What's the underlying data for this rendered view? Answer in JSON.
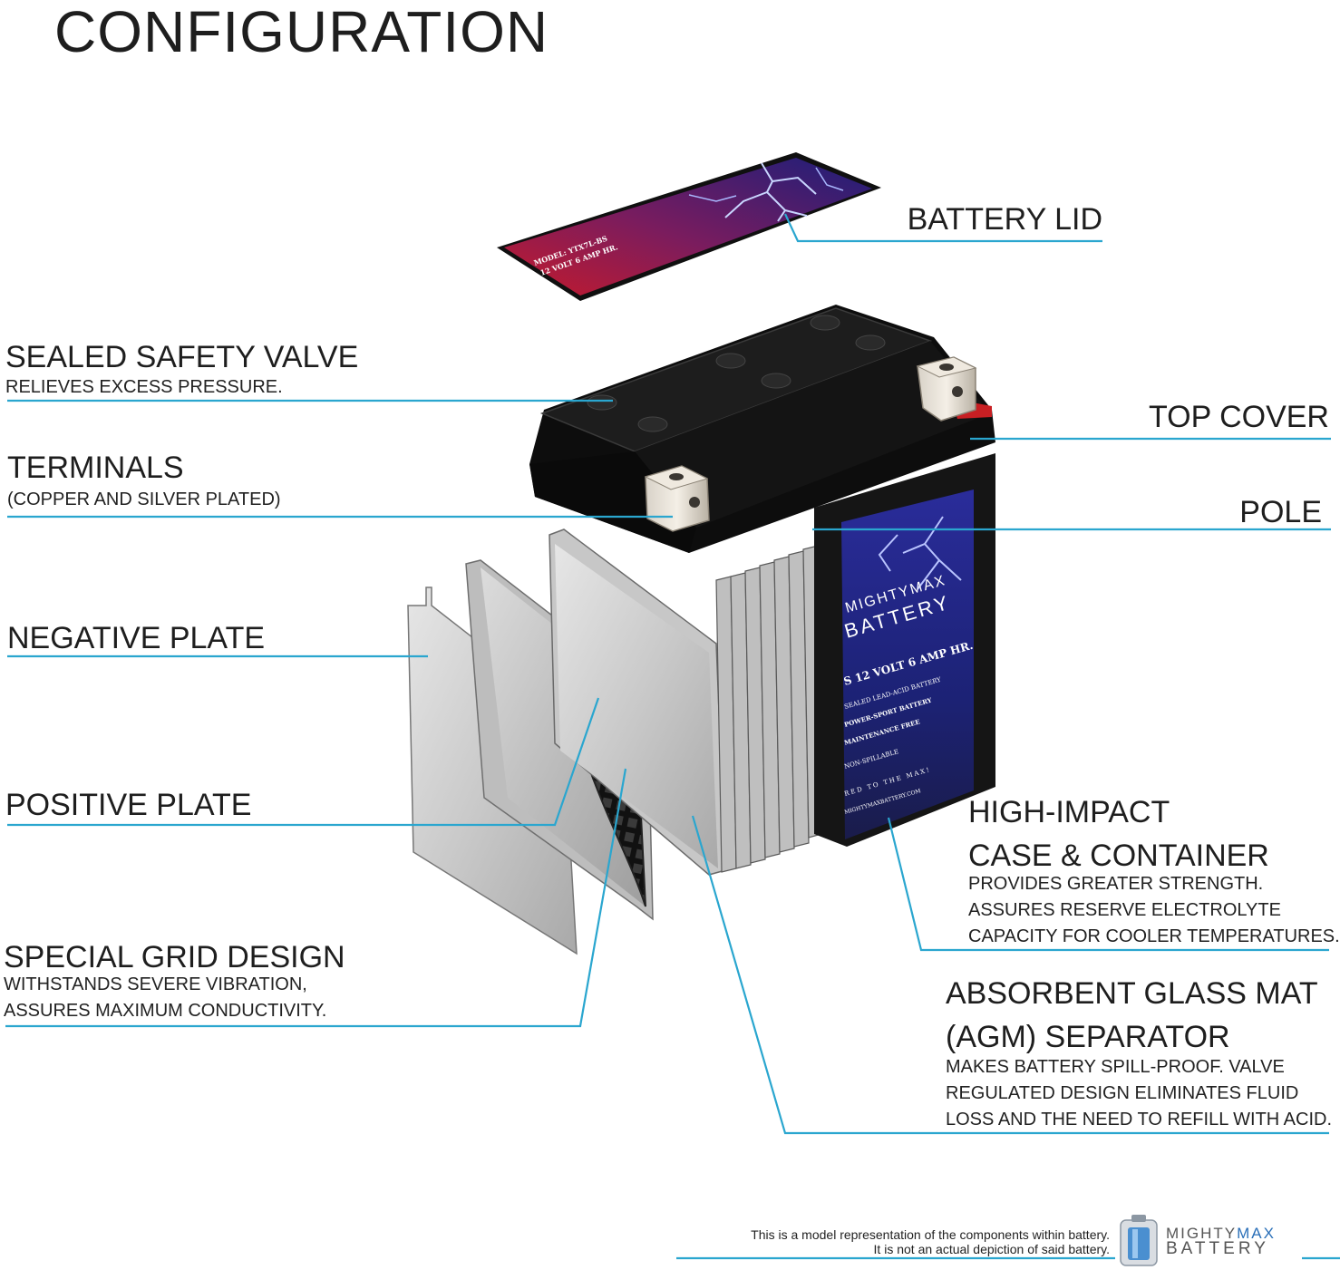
{
  "title": "CONFIGURATION",
  "callouts": {
    "battery_lid": {
      "heading": "BATTERY LID"
    },
    "sealed_safety_valve": {
      "heading": "SEALED SAFETY VALVE",
      "lines": [
        "RELIEVES EXCESS PRESSURE."
      ]
    },
    "terminals": {
      "heading": "TERMINALS",
      "lines": [
        "(COPPER AND SILVER PLATED)"
      ]
    },
    "top_cover": {
      "heading": "TOP COVER"
    },
    "pole": {
      "heading": "POLE"
    },
    "negative_plate": {
      "heading": "NEGATIVE PLATE"
    },
    "positive_plate": {
      "heading": "POSITIVE PLATE"
    },
    "special_grid_design": {
      "heading": "SPECIAL GRID DESIGN",
      "lines": [
        "WITHSTANDS SEVERE VIBRATION,",
        "ASSURES MAXIMUM CONDUCTIVITY."
      ]
    },
    "case_container": {
      "heading_lines": [
        "HIGH-IMPACT",
        "CASE & CONTAINER"
      ],
      "lines": [
        "PROVIDES GREATER STRENGTH.",
        "ASSURES RESERVE ELECTROLYTE",
        "CAPACITY FOR COOLER TEMPERATURES."
      ]
    },
    "agm_separator": {
      "heading_lines": [
        "ABSORBENT GLASS MAT",
        "(AGM) SEPARATOR"
      ],
      "lines": [
        "MAKES BATTERY SPILL-PROOF. VALVE",
        "REGULATED DESIGN ELIMINATES FLUID",
        "LOSS AND THE NEED TO REFILL WITH ACID."
      ]
    }
  },
  "lid_label": {
    "model": "MODEL: YTX7L-BS",
    "spec": "12 VOLT 6 AMP HR."
  },
  "battery_label": {
    "brand_top": "MIGHTYMAX",
    "brand_bottom": "BATTERY",
    "lines": [
      "S 12 VOLT 6 AMP HR.",
      "SEALED LEAD-ACID BATTERY",
      "POWER-SPORT BATTERY",
      "MAINTENANCE FREE",
      "NON-SPILLABLE",
      "RED TO THE MAX!",
      "MIGHTYMAXBATTERY.COM"
    ]
  },
  "footer": {
    "note_line1": "This is a model representation of the components within battery.",
    "note_line2": "It is not an actual depiction of said battery.",
    "logo_top_a": "MIGHTY",
    "logo_top_b": "MAX",
    "logo_bottom": "BATTERY"
  },
  "colors": {
    "leader": "#2aa6cf",
    "text": "#1e1e1e",
    "battery_body": "#161616",
    "label_blue": "#1c2a8a",
    "lid_red": "#c4182e"
  }
}
